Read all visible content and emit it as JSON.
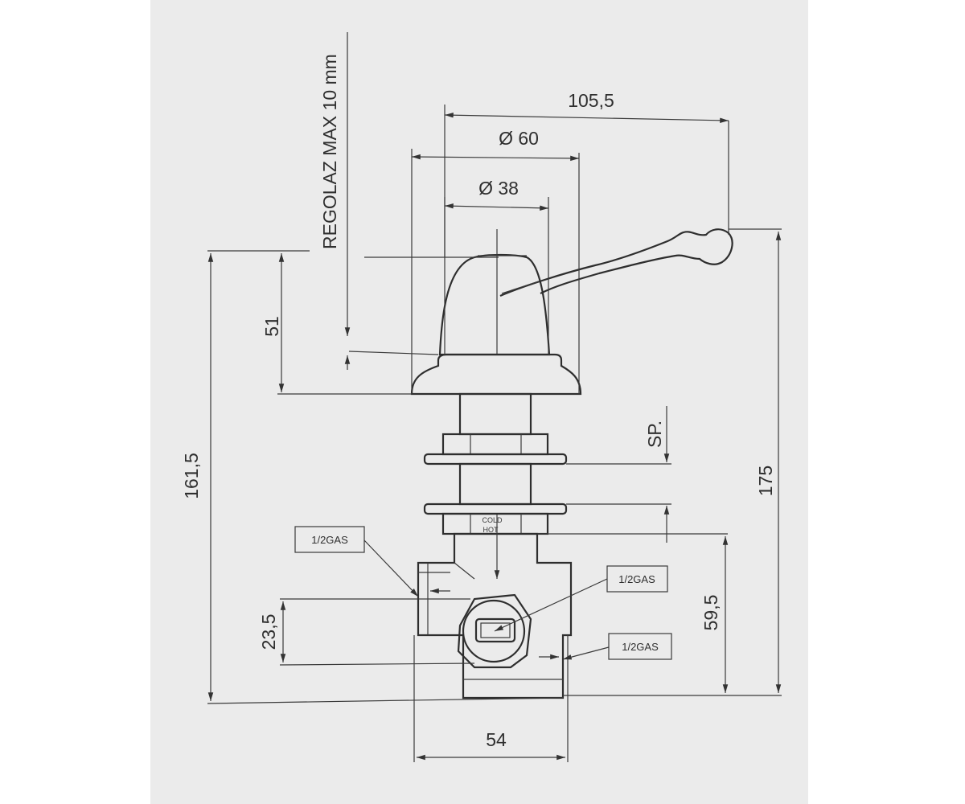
{
  "drawing": {
    "adjust_note": "REGOLAZ MAX 10 mm",
    "dimensions": {
      "lever_length": "105,5",
      "rosette_diameter": "Ø 60",
      "knob_diameter": "Ø 38",
      "handle_height": "51",
      "overall_left": "161,5",
      "overall_right": "175",
      "wall_thickness": "SP.",
      "outlet_height": "59,5",
      "inlet_offset": "23,5",
      "body_width": "54"
    },
    "labels": {
      "gas_left": "1/2GAS",
      "gas_right_top": "1/2GAS",
      "gas_right_bottom": "1/2GAS",
      "cold": "COLD",
      "hot": "HOT"
    }
  }
}
